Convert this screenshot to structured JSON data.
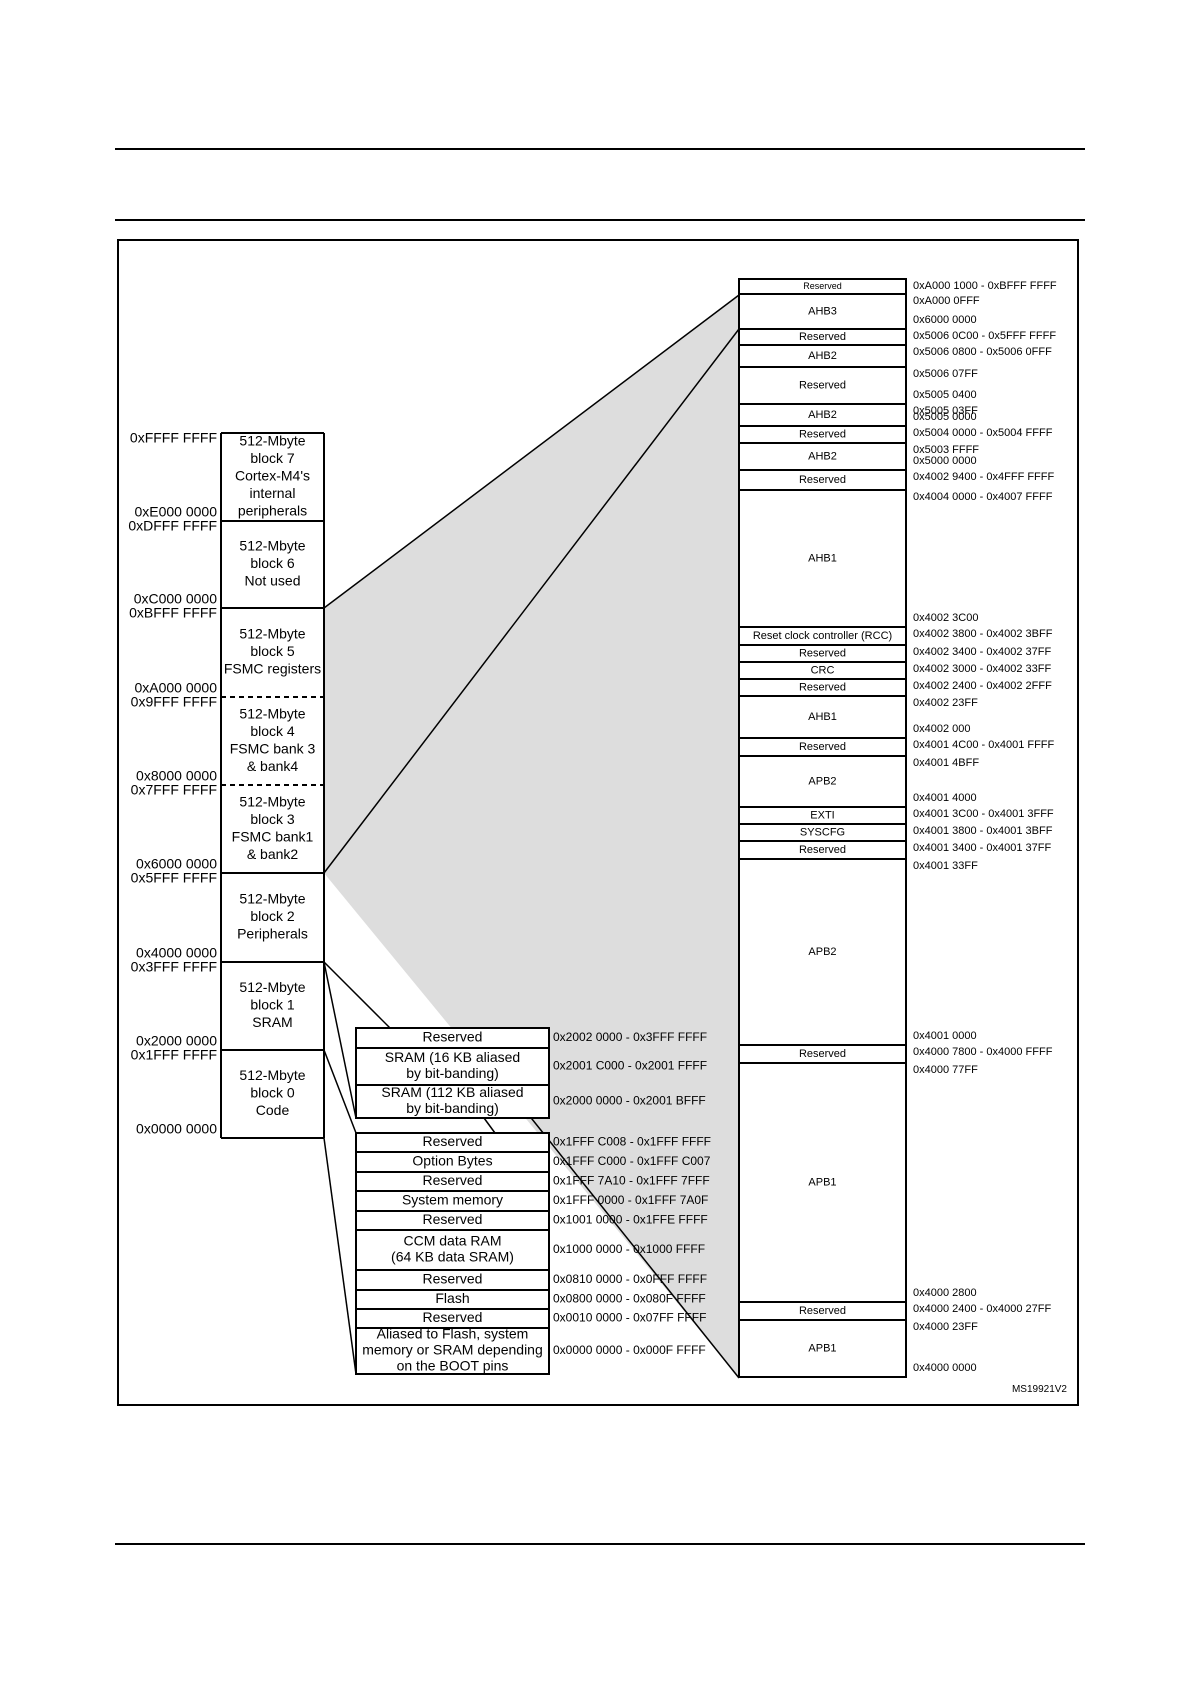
{
  "figure_code": "MS19921V2",
  "left_blocks": [
    {
      "lines": [
        "512-Mbyte",
        "block 7",
        "Cortex-M4's",
        "internal",
        "peripherals"
      ],
      "top": "0xFFFF FFFF",
      "bottom": "0xE000 0000"
    },
    {
      "lines": [
        "512-Mbyte",
        "block 6",
        "Not used"
      ],
      "top": "0xDFFF FFFF",
      "bottom": "0xC000 0000"
    },
    {
      "lines": [
        "512-Mbyte",
        "block 5",
        "FSMC registers"
      ],
      "top": "0xBFFF FFFF",
      "bottom": "0xA000 0000"
    },
    {
      "lines": [
        "512-Mbyte",
        "block 4",
        "FSMC bank 3",
        "& bank4"
      ],
      "top": "0x9FFF FFFF",
      "bottom": "0x8000 0000"
    },
    {
      "lines": [
        "512-Mbyte",
        "block 3",
        "FSMC bank1",
        "& bank2"
      ],
      "top": "0x7FFF FFFF",
      "bottom": "0x6000 0000"
    },
    {
      "lines": [
        "512-Mbyte",
        "block 2",
        "Peripherals"
      ],
      "top": "0x5FFF FFFF",
      "bottom": "0x4000 0000"
    },
    {
      "lines": [
        "512-Mbyte",
        "block 1",
        "SRAM"
      ],
      "top": "0x3FFF FFFF",
      "bottom": "0x2000 0000"
    },
    {
      "lines": [
        "512-Mbyte",
        "block 0",
        "Code"
      ],
      "top": "0x1FFF FFFF",
      "bottom": "0x0000 0000"
    }
  ],
  "sram_regions": [
    {
      "lines": [
        "Reserved"
      ],
      "addr": "0x2002 0000 - 0x3FFF FFFF"
    },
    {
      "lines": [
        "SRAM (16 KB aliased",
        "by bit-banding)"
      ],
      "addr": "0x2001 C000 - 0x2001 FFFF"
    },
    {
      "lines": [
        "SRAM (112 KB aliased",
        "by bit-banding)"
      ],
      "addr": "0x2000 0000 - 0x2001 BFFF"
    }
  ],
  "code_regions": [
    {
      "lines": [
        "Reserved"
      ],
      "addr": "0x1FFF C008 - 0x1FFF FFFF"
    },
    {
      "lines": [
        "Option Bytes"
      ],
      "addr": "0x1FFF C000 - 0x1FFF C007"
    },
    {
      "lines": [
        "Reserved"
      ],
      "addr": "0x1FFF 7A10 - 0x1FFF 7FFF"
    },
    {
      "lines": [
        "System memory"
      ],
      "addr": "0x1FFF 0000 - 0x1FFF 7A0F"
    },
    {
      "lines": [
        "Reserved"
      ],
      "addr": "0x1001 0000 - 0x1FFE FFFF"
    },
    {
      "lines": [
        "CCM data RAM",
        "(64 KB data SRAM)"
      ],
      "addr": "0x1000 0000 - 0x1000 FFFF"
    },
    {
      "lines": [
        "Reserved"
      ],
      "addr": "0x0810 0000 - 0x0FFF FFFF"
    },
    {
      "lines": [
        "Flash"
      ],
      "addr": "0x0800 0000 - 0x080F FFFF"
    },
    {
      "lines": [
        "Reserved"
      ],
      "addr": "0x0010 0000 - 0x07FF FFFF"
    },
    {
      "lines": [
        "Aliased to Flash, system",
        "memory or SRAM depending",
        "on the BOOT pins"
      ],
      "addr": "0x0000 0000 - 0x000F FFFF"
    }
  ],
  "peripheral_regions": [
    {
      "label": "Reserved",
      "addr": [
        "0xA000 1000 - 0xBFFF FFFF"
      ]
    },
    {
      "label": "AHB3",
      "addr": [
        "0xA000 0FFF",
        "0x6000 0000"
      ]
    },
    {
      "label": "Reserved",
      "addr": [
        "0x5006 0C00 - 0x5FFF FFFF"
      ]
    },
    {
      "label": "AHB2",
      "addr": [
        "0x5006 0800 - 0x5006 0FFF"
      ]
    },
    {
      "label": "Reserved",
      "addr": [
        "0x5006 07FF",
        "0x5005 0400"
      ]
    },
    {
      "label": "AHB2",
      "addr": [
        "0x5005 03FF",
        "0x5005 0000"
      ]
    },
    {
      "label": "Reserved",
      "addr": [
        "0x5004 0000 - 0x5004 FFFF"
      ]
    },
    {
      "label": "AHB2",
      "addr": [
        "0x5003 FFFF",
        "0x5000 0000"
      ]
    },
    {
      "label": "Reserved",
      "addr": [
        "0x4002 9400 - 0x4FFF FFFF"
      ]
    },
    {
      "label": "AHB1",
      "addr": [
        "0x4004 0000 - 0x4007 FFFF",
        "0x4002 3C00"
      ]
    },
    {
      "label": "Reset clock controller (RCC)",
      "addr": [
        "0x4002 3800 - 0x4002 3BFF"
      ]
    },
    {
      "label": "Reserved",
      "addr": [
        "0x4002 3400 - 0x4002 37FF"
      ]
    },
    {
      "label": "CRC",
      "addr": [
        "0x4002 3000 - 0x4002 33FF"
      ]
    },
    {
      "label": "Reserved",
      "addr": [
        "0x4002 2400 - 0x4002 2FFF"
      ]
    },
    {
      "label": "AHB1",
      "addr": [
        "0x4002 23FF",
        "0x4002 000"
      ]
    },
    {
      "label": "Reserved",
      "addr": [
        "0x4001 4C00 - 0x4001 FFFF"
      ]
    },
    {
      "label": "APB2",
      "addr": [
        "0x4001 4BFF",
        "0x4001 4000"
      ]
    },
    {
      "label": "EXTI",
      "addr": [
        "0x4001 3C00 - 0x4001 3FFF"
      ]
    },
    {
      "label": "SYSCFG",
      "addr": [
        "0x4001 3800 - 0x4001 3BFF"
      ]
    },
    {
      "label": "Reserved",
      "addr": [
        "0x4001 3400 - 0x4001 37FF"
      ]
    },
    {
      "label": "APB2",
      "addr": [
        "0x4001 33FF",
        "0x4001 0000"
      ]
    },
    {
      "label": "Reserved",
      "addr": [
        "0x4000 7800 - 0x4000 FFFF"
      ]
    },
    {
      "label": "APB1",
      "addr": [
        "0x4000 77FF",
        "0x4000 2800"
      ]
    },
    {
      "label": "Reserved",
      "addr": [
        "0x4000 2400 - 0x4000 27FF"
      ]
    },
    {
      "label": "APB1",
      "addr": [
        "0x4000 23FF",
        "0x4000 0000"
      ]
    }
  ]
}
